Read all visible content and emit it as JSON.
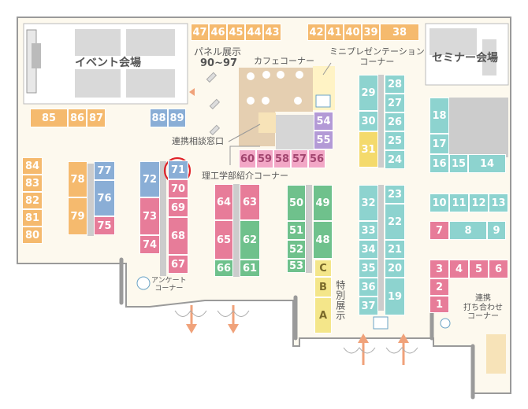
{
  "colors": {
    "orange": "#f5ba6e",
    "blue": "#8aaed6",
    "pink": "#e77c99",
    "green": "#6fc18c",
    "teal": "#8dd3cf",
    "yellow": "#f4da6c",
    "purple": "#b39ad6",
    "magenta": "#f2a7c6",
    "highlight": "#e0242a",
    "arrow": "#f0a27a"
  },
  "labels": {
    "event_hall": "イベント会場",
    "seminar_hall": "セミナー会場",
    "panel_title": "パネル展示",
    "panel_range": "90~97",
    "cafe": "カフェコーナー",
    "mini_pres": "ミニプレゼンテーション\nコーナー",
    "partner_desk": "連携相談窓口",
    "science_corner": "理工学部紹介コーナー",
    "survey": "アンケート\nコーナー",
    "special": "特別展示",
    "meeting": "連携\n打ち合わせ\nコーナー",
    "booth_A": "A",
    "booth_B": "B",
    "booth_C": "C"
  },
  "booths": {
    "top_row_left": [
      "47",
      "46",
      "45",
      "44",
      "43"
    ],
    "top_row_right": [
      "42",
      "41",
      "40",
      "39",
      "38"
    ],
    "left_row": [
      "85",
      "86",
      "87"
    ],
    "blue_top": [
      "88",
      "89"
    ],
    "left_col_84_80": [
      "84",
      "83",
      "82",
      "81",
      "80"
    ],
    "col_78_79": [
      "78",
      "79"
    ],
    "col_77_75": [
      "77",
      "76",
      "75"
    ],
    "col_72_74": [
      "72",
      "73",
      "74"
    ],
    "highlighted": "71",
    "col_70_67": [
      "70",
      "69",
      "68",
      "67"
    ],
    "col_64_66": [
      "64",
      "65",
      "66"
    ],
    "col_63_61": [
      "63",
      "62",
      "61"
    ],
    "row_60_56": [
      "60",
      "59",
      "58",
      "57",
      "56"
    ],
    "col_54_55": [
      "54",
      "55"
    ],
    "col_50_53": [
      "50",
      "51",
      "52",
      "53"
    ],
    "col_49_48": [
      "49",
      "48"
    ],
    "col_29_31": [
      "29",
      "30",
      "31"
    ],
    "col_28_24": [
      "28",
      "27",
      "26",
      "25",
      "24"
    ],
    "col_32_37": [
      "32",
      "33",
      "34",
      "35",
      "36",
      "37"
    ],
    "col_23_19": [
      "23",
      "22",
      "21",
      "20",
      "19"
    ],
    "col_18_17": [
      "18",
      "17"
    ],
    "row_16_14": [
      "16",
      "15",
      "14"
    ],
    "row_10_13": [
      "10",
      "11",
      "12",
      "13"
    ],
    "row_7_9": [
      "7",
      "8",
      "9"
    ],
    "row_3_6": [
      "3",
      "4",
      "5",
      "6"
    ],
    "col_2_1": [
      "2",
      "1"
    ]
  }
}
